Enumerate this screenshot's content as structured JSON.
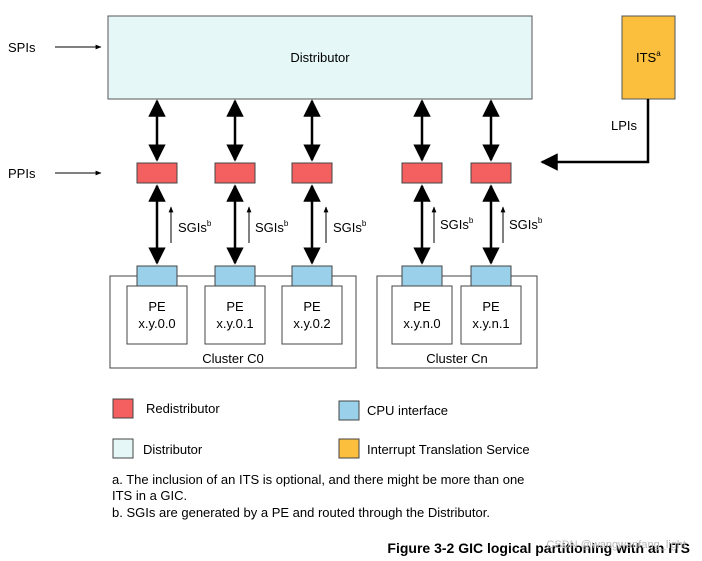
{
  "inputs": {
    "spis": "SPIs",
    "ppis": "PPIs",
    "lpis": "LPIs"
  },
  "distributor": {
    "label": "Distributor"
  },
  "its": {
    "label": "ITS",
    "sup": "a"
  },
  "sgi": {
    "label": "SGIs",
    "sup": "b"
  },
  "pe_label": "PE",
  "pes": [
    "x.y.0.0",
    "x.y.0.1",
    "x.y.0.2",
    "x.y.n.0",
    "x.y.n.1"
  ],
  "clusters": [
    "Cluster C0",
    "Cluster Cn"
  ],
  "legend": {
    "redistributor": "Redistributor",
    "cpu_interface": "CPU interface",
    "distributor": "Distributor",
    "its": "Interrupt Translation Service"
  },
  "notes": [
    "a. The inclusion of an ITS is optional, and there might be more than one",
    "ITS in a GIC.",
    "b. SGIs are generated by a PE and routed through the Distributor."
  ],
  "caption": "Figure 3-2 GIC logical partitioning with an ITS",
  "watermark": "CSDN @wangwanfang_light",
  "colors": {
    "distributor": "#e6f7f7",
    "its": "#fbbf3d",
    "redistributor": "#f45f5f",
    "cpu_interface": "#9ad0ea"
  }
}
